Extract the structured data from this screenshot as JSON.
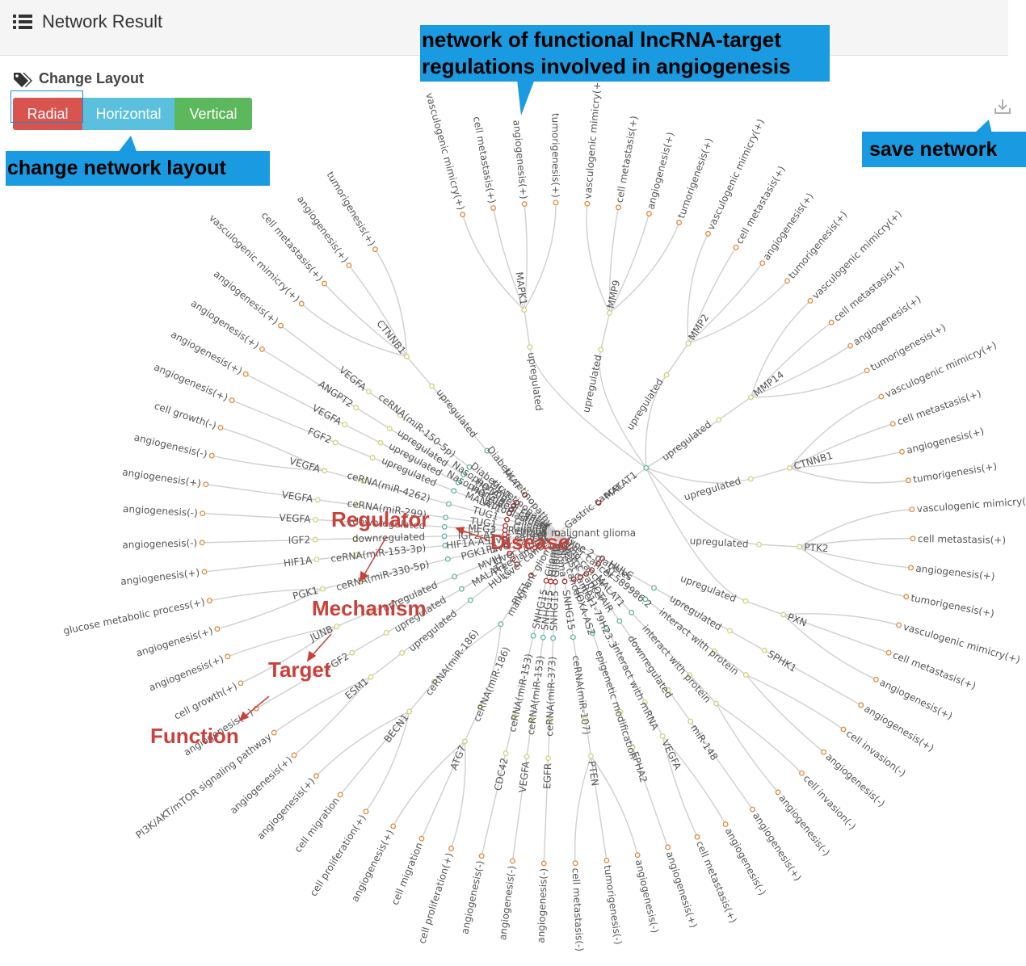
{
  "header": {
    "title": "Network Result",
    "icon": "list-icon"
  },
  "layout_controls": {
    "section_label": "Change Layout",
    "section_icon": "tags-icon",
    "buttons": [
      "Radial",
      "Horizontal",
      "Vertical"
    ],
    "selected": "Radial"
  },
  "callouts": {
    "layout": "change network layout",
    "network_line1": "network of functional lncRNA-target",
    "network_line2": "regulations involved in angiogenesis",
    "save": "save network"
  },
  "annotations": {
    "regulator": "Regulator",
    "disease": "Disease",
    "mechanism": "Mechanism",
    "target": "Target",
    "function": "Function"
  },
  "colors": {
    "radial": "#d9534f",
    "horizontal": "#5bc0de",
    "vertical": "#5cb85c",
    "callout": "#1a9ae0",
    "annotation": "#c9413b",
    "disease_node": "#a52a2a",
    "regulator_node": "#5fb3a1",
    "mechanism_node": "#d4d27a",
    "function_node": "#e08a3c"
  },
  "network": {
    "center_label": "malignant glioma",
    "branches": [
      {
        "disease": "Gastric cancer",
        "regulator": "MALAT1",
        "groups": [
          {
            "mechanism": "upregulated",
            "target": "MAPK1",
            "functions": [
              "vasculogenic mimicry(+)",
              "cell metastasis(+)",
              "angiogenesis(+)",
              "tumorigenesis(+)"
            ]
          },
          {
            "mechanism": "upregulated",
            "target": "MMP9",
            "functions": [
              "vasculogenic mimicry(+)",
              "cell metastasis(+)",
              "angiogenesis(+)",
              "tumorigenesis(+)"
            ]
          },
          {
            "mechanism": "upregulated",
            "target": "MMP2",
            "functions": [
              "vasculogenic mimicry(+)",
              "cell metastasis(+)",
              "angiogenesis(+)",
              "tumorigenesis(+)"
            ]
          },
          {
            "mechanism": "upregulated",
            "target": "MMP14",
            "functions": [
              "vasculogenic mimicry(+)",
              "cell metastasis(+)",
              "angiogenesis(+)",
              "tumorigenesis(+)"
            ]
          },
          {
            "mechanism": "upregulated",
            "target": "CTNNB1",
            "functions": [
              "vasculogenic mimicry(+)",
              "cell metastasis(+)",
              "angiogenesis(+)",
              "tumorigenesis(+)"
            ]
          },
          {
            "mechanism": "upregulated",
            "target": "PTK2",
            "functions": [
              "vasculogenic mimicry(+)",
              "cell metastasis(+)",
              "angiogenesis(+)",
              "tumorigenesis(+)"
            ]
          },
          {
            "mechanism": "upregulated",
            "target": "PXN",
            "functions": [
              "vasculogenic mimicry(+)",
              "cell metastasis(+)",
              "angiogenesis(+)"
            ]
          }
        ]
      },
      {
        "disease": "Type 2 diabetes",
        "regulator": "HULC",
        "groups": [
          {
            "mechanism": "upregulated",
            "target": "SPHK1",
            "functions": [
              "angiogenesis(+)"
            ]
          }
        ]
      },
      {
        "disease": "Liver cancer",
        "regulator": "AL589986.2",
        "groups": [
          {
            "mechanism": "interact with protein",
            "target": "",
            "functions": [
              "cell invasion(-)",
              "angiogenesis(-)"
            ]
          }
        ]
      },
      {
        "disease": "Lung cancer",
        "regulator": "MALAT1",
        "groups": [
          {
            "mechanism": "interact with protein",
            "target": "",
            "functions": [
              "cell invasion(-)",
              "angiogenesis(-)"
            ]
          }
        ]
      },
      {
        "disease": "Gastric cancer",
        "regulator": "HOTAIR",
        "groups": [
          {
            "mechanism": "downregulated",
            "target": "miR-148",
            "functions": [
              "angiogenesis(+)"
            ]
          }
        ]
      },
      {
        "disease": "Breast cancer",
        "regulator": "RP11-79H23.3",
        "groups": [
          {
            "mechanism": "interact with mRNA",
            "target": "VEGFA",
            "functions": [
              "angiogenesis(-)",
              "cell metastasis(+)"
            ]
          }
        ]
      },
      {
        "disease": "Liver cancer",
        "regulator": "HOXA-AS2",
        "groups": [
          {
            "mechanism": "epigenetic modification",
            "target": "EPHA2",
            "functions": [
              "angiogenesis(+)"
            ]
          }
        ]
      },
      {
        "disease": "Glioma",
        "regulator": "SNHG15",
        "groups": [
          {
            "mechanism": "ceRNA(miR-107)",
            "target": "PTEN",
            "functions": [
              "angiogenesis(-)",
              "tumorigenesis(-)",
              "cell metastasis(-)"
            ]
          }
        ]
      },
      {
        "disease": "Glioma",
        "regulator": "SNHG15",
        "groups": [
          {
            "mechanism": "ceRNA(miR-373)",
            "target": "EGFR",
            "functions": [
              "angiogenesis(-)"
            ]
          }
        ]
      },
      {
        "disease": "Glioma",
        "regulator": "SNHG15",
        "groups": [
          {
            "mechanism": "ceRNA(miR-153)",
            "target": "VEGFA",
            "functions": [
              "angiogenesis(-)"
            ]
          }
        ]
      },
      {
        "disease": "Glioma",
        "regulator": "SNHG15",
        "groups": [
          {
            "mechanism": "ceRNA(miR-153)",
            "target": "CDC42",
            "functions": [
              "angiogenesis(-)"
            ]
          }
        ]
      },
      {
        "disease": "malignant glioma",
        "regulator": "PVT1",
        "groups": [
          {
            "mechanism": "ceRNA(miR-186)",
            "target": "ATG7",
            "functions": [
              "cell proliferation(+)",
              "cell migration",
              "angiogenesis(+)"
            ]
          },
          {
            "mechanism": "ceRNA(miR-186)",
            "target": "BECN1",
            "functions": [
              "cell proliferation(+)",
              "cell migration",
              "angiogenesis(+)"
            ]
          }
        ]
      },
      {
        "disease": "Liver cancer",
        "regulator": "HULC",
        "groups": [
          {
            "mechanism": "upregulated",
            "target": "ESM1",
            "functions": [
              "angiogenesis(+)",
              "PI3K/AKT/mTOR signaling pathway"
            ]
          }
        ]
      },
      {
        "disease": "Preeclampsia",
        "regulator": "MALAT1",
        "groups": [
          {
            "mechanism": "upregulated",
            "target": "FGF2",
            "functions": [
              "angiogenesis(+)"
            ]
          }
        ]
      },
      {
        "disease": "Liver cancer",
        "regulator": "MVIH",
        "groups": [
          {
            "mechanism": "upregulated",
            "target": "JUNB",
            "functions": [
              "cell growth(+)",
              "angiogenesis(+)"
            ]
          }
        ]
      },
      {
        "disease": "Liver cancer",
        "regulator": "PGK1P2",
        "groups": [
          {
            "mechanism": "ceRNA(miR-330-5p)",
            "target": "PGK1",
            "functions": [
              "angiogenesis(+)",
              "glucose metabolic process(+)"
            ]
          }
        ]
      },
      {
        "disease": "Liver cancer",
        "regulator": "HIF1A-AS2",
        "groups": [
          {
            "mechanism": "ceRNA(miR-153-3p)",
            "target": "HIF1A",
            "functions": [
              "angiogenesis(+)"
            ]
          }
        ]
      },
      {
        "disease": "Stroke",
        "regulator": "IGF2-AS",
        "groups": [
          {
            "mechanism": "downregulated",
            "target": "IGF2",
            "functions": [
              "angiogenesis(-)"
            ]
          }
        ]
      },
      {
        "disease": "Retinitis",
        "regulator": "MEG3",
        "groups": [
          {
            "mechanism": "downregulated",
            "target": "VEGFA",
            "functions": [
              "angiogenesis(-)"
            ]
          }
        ]
      },
      {
        "disease": "Glioma",
        "regulator": "TUG1",
        "groups": [
          {
            "mechanism": "ceRNA(miR-299)",
            "target": "VEGFA",
            "functions": [
              "angiogenesis(+)"
            ]
          }
        ]
      },
      {
        "disease": "Glioma",
        "regulator": "TUG1",
        "groups": [
          {
            "mechanism": "ceRNA(miR-4262)",
            "target": "VEGFA",
            "functions": [
              "angiogenesis(-)",
              "cell growth(-)"
            ]
          }
        ]
      },
      {
        "disease": "Neuroblastoma",
        "regulator": "MALAT1",
        "groups": [
          {
            "mechanism": "upregulated",
            "target": "FGF2",
            "functions": [
              "angiogenesis(+)"
            ]
          }
        ]
      },
      {
        "disease": "Nasopharyngeal cancer",
        "regulator": "HOTAIR",
        "groups": [
          {
            "mechanism": "upregulated",
            "target": "VEGFA",
            "functions": [
              "angiogenesis(+)"
            ]
          }
        ]
      },
      {
        "disease": "Nasopharyngeal cancer",
        "regulator": "HOTAIR",
        "groups": [
          {
            "mechanism": "upregulated",
            "target": "ANGPT2",
            "functions": [
              "angiogenesis(+)"
            ]
          }
        ]
      },
      {
        "disease": "Diabetic retinopathy",
        "regulator": "MIAT",
        "groups": [
          {
            "mechanism": "ceRNA(miR-150-5p)",
            "target": "VEGFA",
            "functions": [
              "angiogenesis(+)"
            ]
          }
        ]
      },
      {
        "disease": "Diabetic retinopathy",
        "regulator": "MIAT",
        "groups": [
          {
            "mechanism": "upregulated",
            "target": "CTNNB1",
            "functions": [
              "vasculogenic mimicry(+)",
              "cell metastasis(+)",
              "angiogenesis(+)",
              "tumorigenesis(+)"
            ]
          }
        ]
      }
    ]
  }
}
